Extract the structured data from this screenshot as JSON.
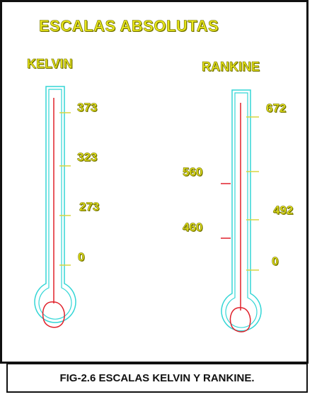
{
  "title": "ESCALAS ABSOLUTAS",
  "kelvin": {
    "label": "KELVIN",
    "ticks": [
      "373",
      "323",
      "273",
      "0"
    ]
  },
  "rankine": {
    "label": "RANKINE",
    "ticks_right": [
      "672",
      "492",
      "0"
    ],
    "ticks_left": [
      "560",
      "460"
    ]
  },
  "caption": "FIG-2.6 ESCALAS KELVIN Y RANKINE.",
  "colors": {
    "label_fill": "#e8e619",
    "thermometer_outline": "#33d6d6",
    "mercury": "#e0202a",
    "tick_mark": "#d8d640"
  }
}
